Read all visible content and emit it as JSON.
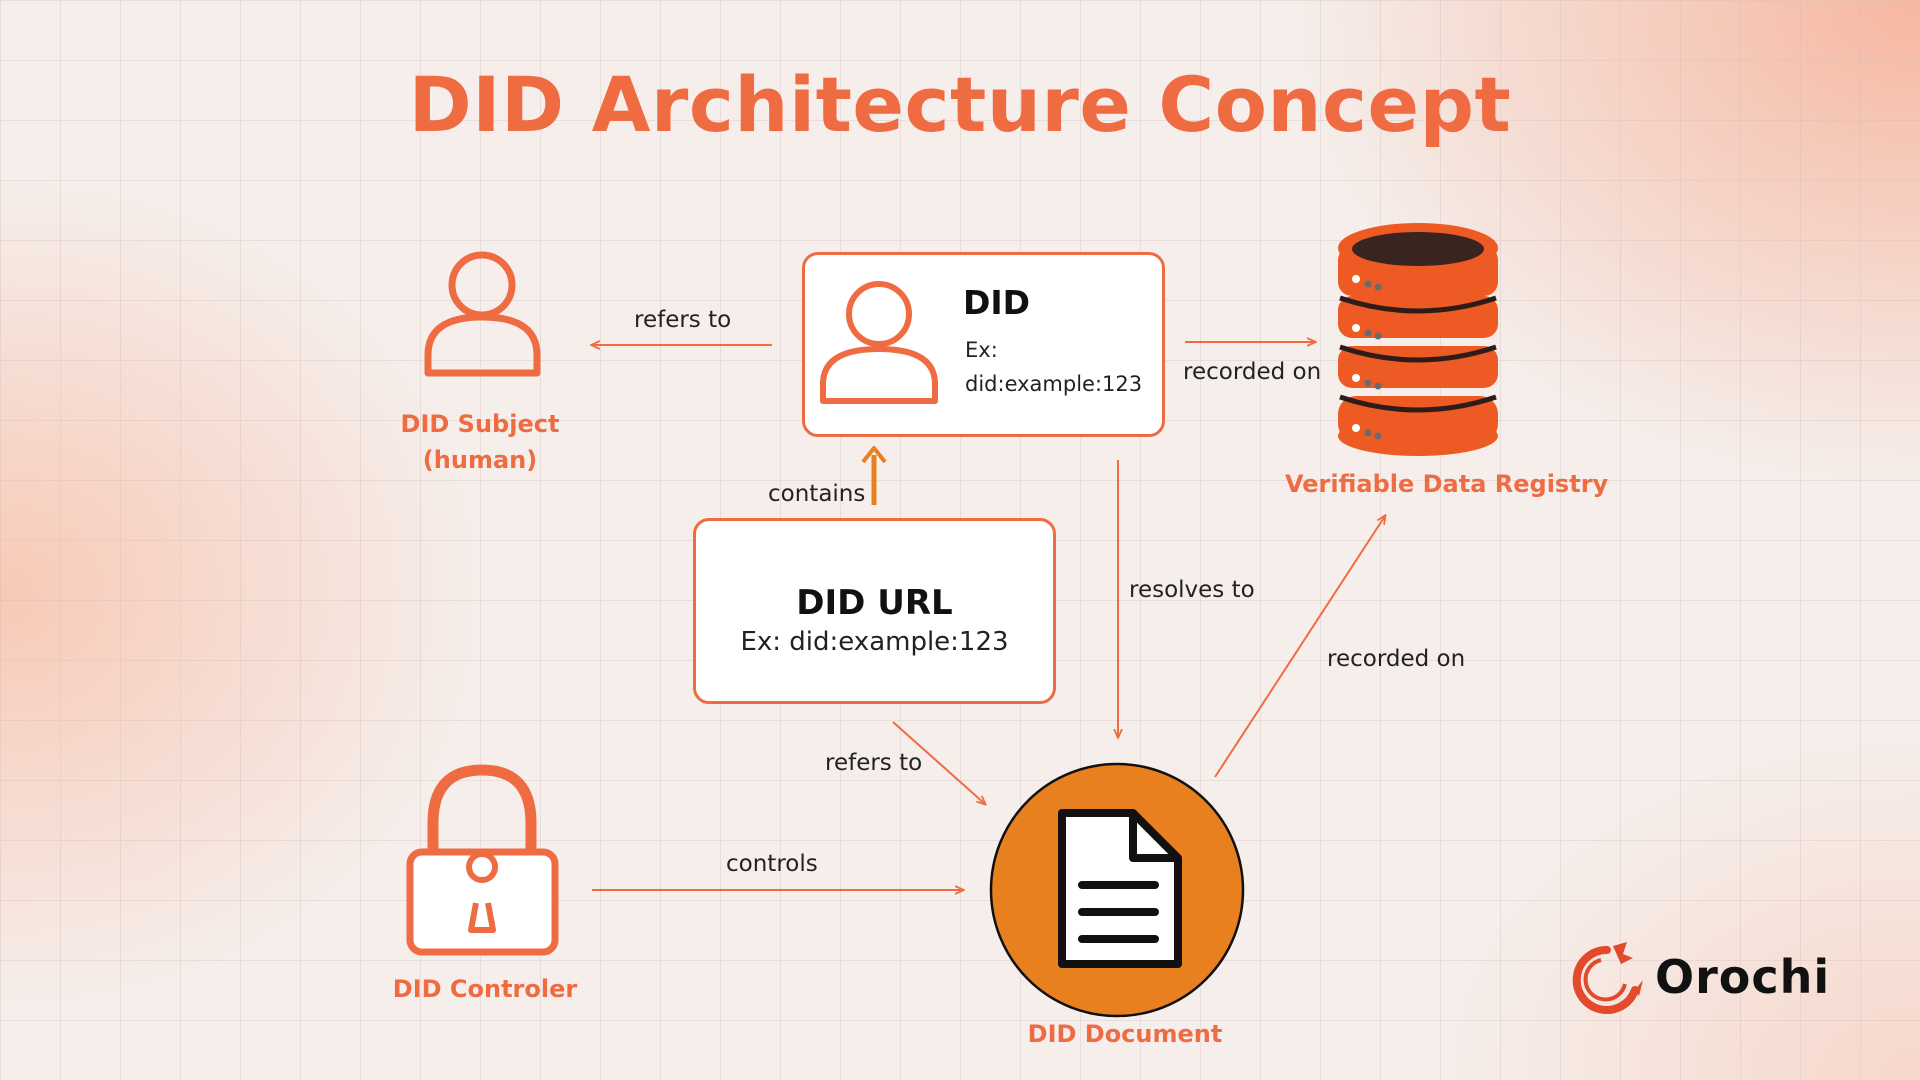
{
  "title": "DID Architecture Concept",
  "colors": {
    "accent": "#ef6c43",
    "registry": "#ee5a24",
    "document_circle": "#e9801f"
  },
  "nodes": {
    "did": {
      "title": "DID",
      "example": "Ex: did:example:123",
      "icon": "person-icon"
    },
    "did_url": {
      "title": "DID URL",
      "example": "Ex: did:example:123"
    },
    "subject": {
      "label_line1": "DID Subject",
      "label_line2": "(human)",
      "icon": "person-icon"
    },
    "registry": {
      "label": "Verifiable Data Registry",
      "icon": "database-icon"
    },
    "controller": {
      "label": "DID Controler",
      "icon": "lock-icon"
    },
    "document": {
      "label": "DID Document",
      "icon": "document-icon"
    }
  },
  "edges": {
    "did_to_subject": "refers to",
    "did_to_registry": "recorded on",
    "url_to_did": "contains",
    "did_to_document": "resolves to",
    "document_to_registry": "recorded on",
    "url_to_document": "refers to",
    "controller_to_document": "controls"
  },
  "brand": {
    "name": "Orochi",
    "icon": "orochi-dragon-logo"
  }
}
